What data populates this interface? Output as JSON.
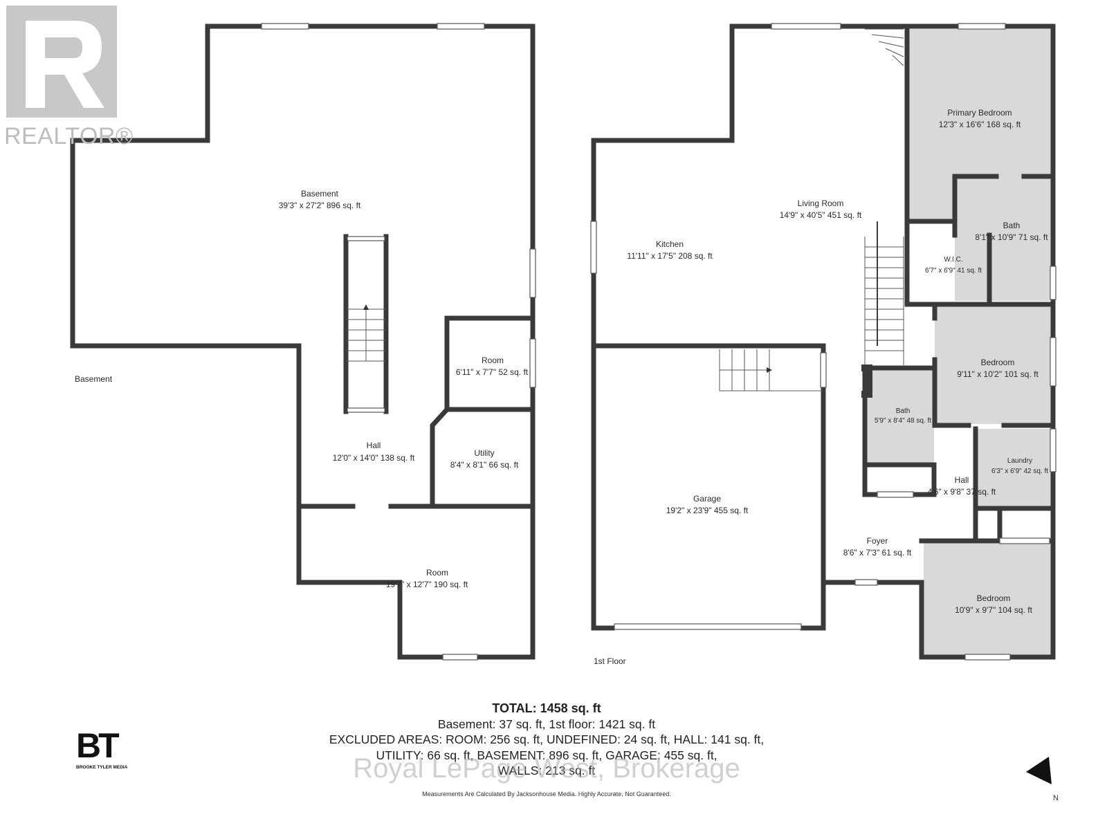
{
  "branding": {
    "realtor_logo_text": "REALTOR®",
    "media_logo_monogram": "BT",
    "media_logo_name": "BROOKE TYLER MEDIA",
    "watermark": "Royal LePage West, Brokerage"
  },
  "levels": {
    "basement_label": "Basement",
    "first_floor_label": "1st Floor"
  },
  "rooms": {
    "basement_main": {
      "name": "Basement",
      "dims": "39'3\" x 27'2\" 896 sq. ft"
    },
    "basement_room_small": {
      "name": "Room",
      "dims": "6'11\" x 7'7\" 52 sq. ft"
    },
    "basement_hall": {
      "name": "Hall",
      "dims": "12'0\" x 14'0\" 138 sq. ft"
    },
    "basement_utility": {
      "name": "Utility",
      "dims": "8'4\" x 8'1\" 66 sq. ft"
    },
    "basement_room_large": {
      "name": "Room",
      "dims": "19'7\" x 12'7\" 190 sq. ft"
    },
    "kitchen": {
      "name": "Kitchen",
      "dims": "11'11\" x 17'5\" 208 sq. ft"
    },
    "living_room": {
      "name": "Living Room",
      "dims": "14'9\" x 40'5\" 451 sq. ft"
    },
    "primary_bedroom": {
      "name": "Primary Bedroom",
      "dims": "12'3\" x 16'6\" 168 sq. ft"
    },
    "ensuite_bath": {
      "name": "Bath",
      "dims": "8'1\" x 10'9\" 71 sq. ft"
    },
    "wic": {
      "name": "W.I.C.",
      "dims": "6'7\" x 6'9\" 41 sq. ft"
    },
    "bedroom_2": {
      "name": "Bedroom",
      "dims": "9'11\" x 10'2\" 101 sq. ft"
    },
    "main_bath": {
      "name": "Bath",
      "dims": "5'9\" x 8'4\" 48 sq. ft"
    },
    "laundry": {
      "name": "Laundry",
      "dims": "6'3\" x 6'9\" 42 sq. ft"
    },
    "main_hall": {
      "name": "Hall",
      "dims": "4'6\" x 9'8\" 37 sq. ft"
    },
    "garage": {
      "name": "Garage",
      "dims": "19'2\" x 23'9\" 455 sq. ft"
    },
    "foyer": {
      "name": "Foyer",
      "dims": "8'6\" x 7'3\" 61 sq. ft"
    },
    "bedroom_3": {
      "name": "Bedroom",
      "dims": "10'9\" x 9'7\" 104 sq. ft"
    }
  },
  "totals": {
    "total": "TOTAL: 1458 sq. ft",
    "line1": "Basement: 37 sq. ft, 1st floor: 1421 sq. ft",
    "line2": "EXCLUDED AREAS: ROOM: 256 sq. ft, UNDEFINED: 24 sq. ft, HALL: 141 sq. ft,",
    "line3": "UTILITY: 66 sq. ft, BASEMENT: 896 sq. ft, GARAGE: 455 sq. ft,",
    "line4": "WALLS: 213 sq. ft"
  },
  "disclaimer": "Measurements Are Calculated By Jacksonhouse Media. Highly Accurate, Not Guaranteed.",
  "compass": {
    "letter": "N",
    "icon": "north-arrow-icon"
  }
}
